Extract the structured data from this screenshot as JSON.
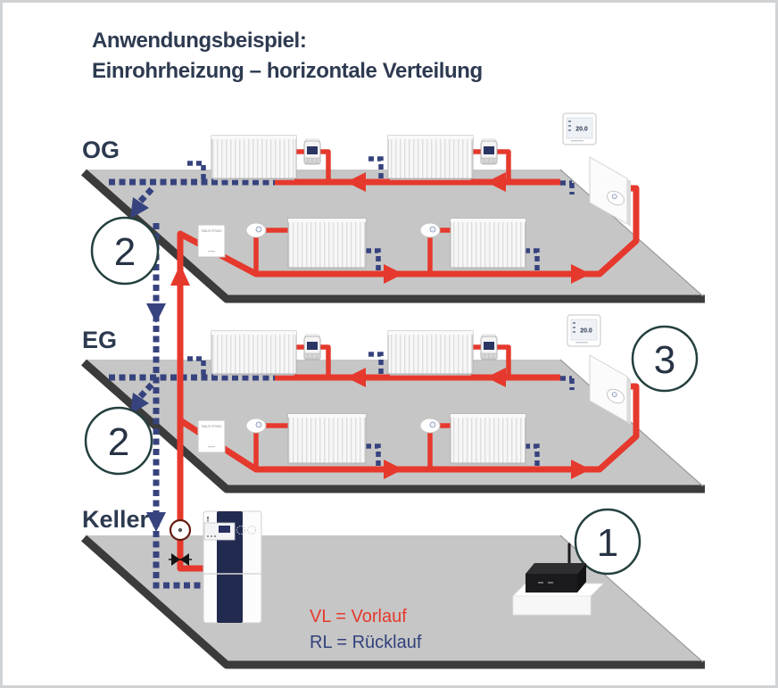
{
  "title": {
    "line1": "Anwendungsbeispiel:",
    "line2": "Einrohrheizung – horizontale Verteilung"
  },
  "floors": {
    "upper": "OG",
    "ground": "EG",
    "basement": "Keller"
  },
  "callouts": {
    "gateway": "1",
    "riser": "2",
    "panel_heater": "3"
  },
  "legend": {
    "flow": "VL = Vorlauf",
    "return": "RL = Rücklauf"
  },
  "devices": {
    "wall_unit_label": "TABUS STRING",
    "thermostat_display": "20.0"
  },
  "colors": {
    "flow_red": "#e6392d",
    "return_navy": "#37437e",
    "text_navy": "#2d3a50",
    "callout_ring": "#24403f",
    "floor_gray": "#c6c6c6",
    "floor_edge": "#3b3b3b"
  }
}
